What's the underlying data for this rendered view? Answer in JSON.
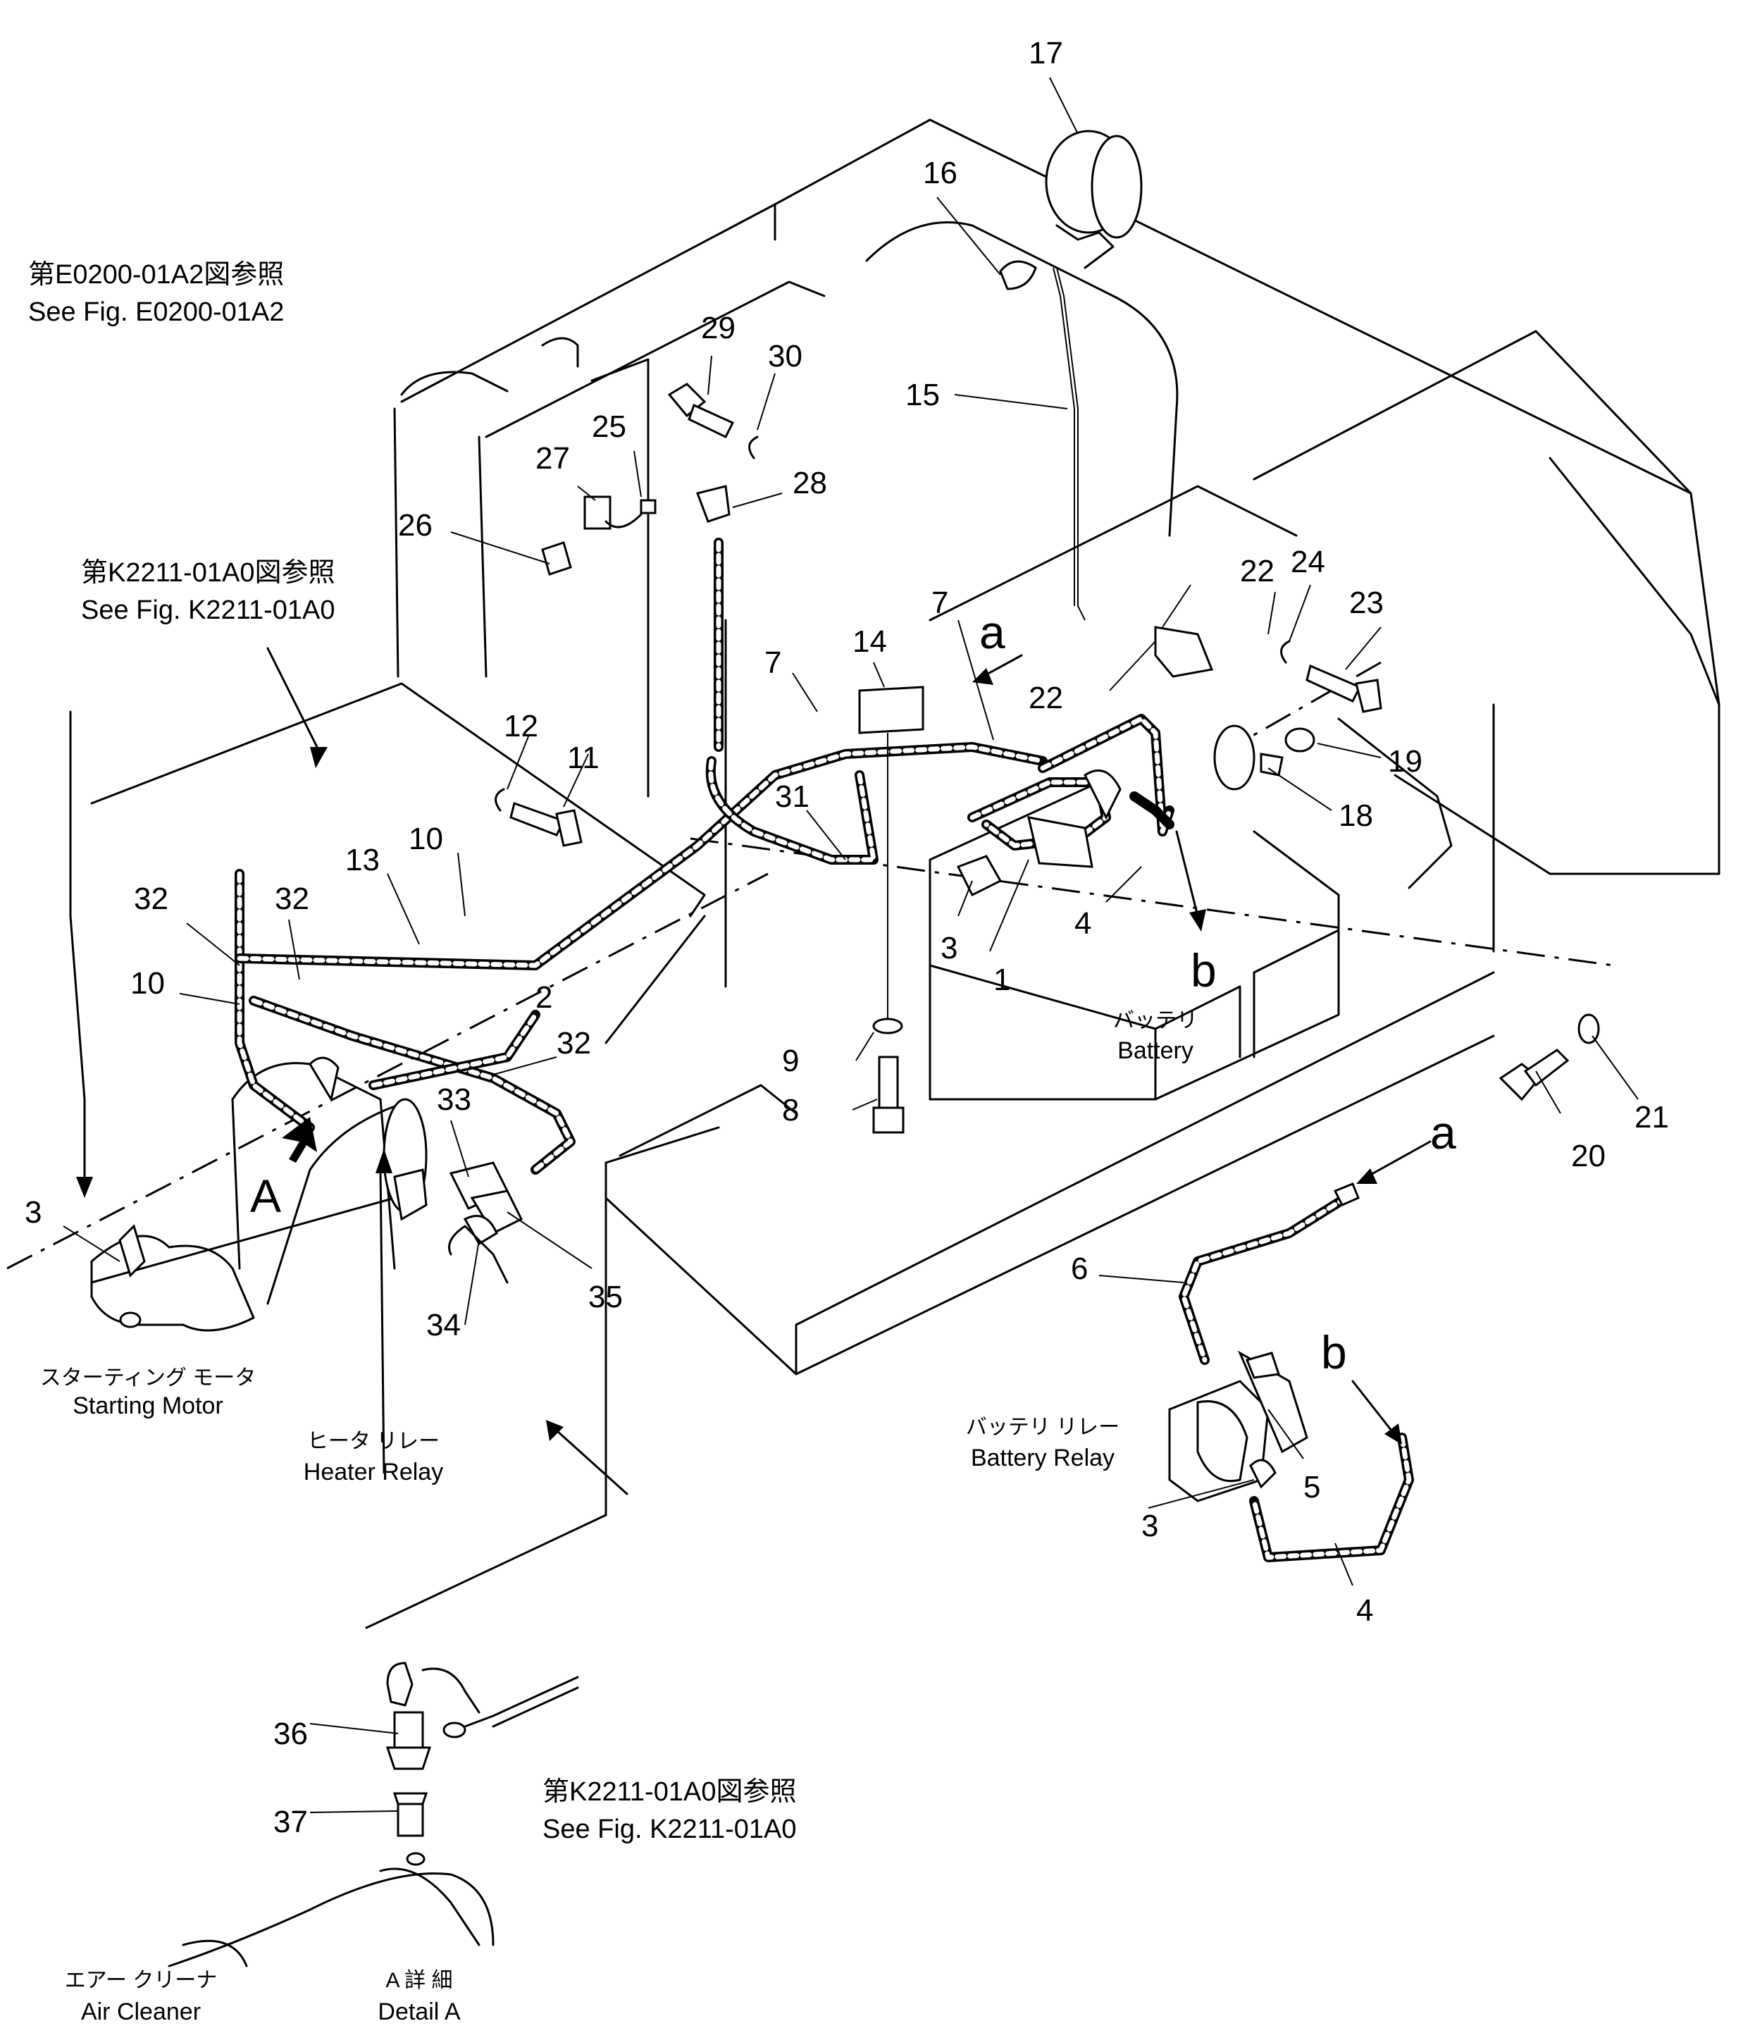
{
  "references": {
    "fig_e0200": {
      "jp": "第E0200-01A2図参照",
      "en": "See Fig. E0200-01A2"
    },
    "fig_k2211_top": {
      "jp": "第K2211-01A0図参照",
      "en": "See Fig. K2211-01A0"
    },
    "fig_k2211_detail": {
      "jp": "第K2211-01A0図参照",
      "en": "See Fig. K2211-01A0"
    }
  },
  "labels": {
    "battery": {
      "jp": "バッテリ",
      "en": "Battery"
    },
    "starting_motor": {
      "jp": "スターティング モータ",
      "en": "Starting Motor"
    },
    "heater_relay": {
      "jp": "ヒータ リレー",
      "en": "Heater Relay"
    },
    "battery_relay": {
      "jp": "バッテリ リレー",
      "en": "Battery Relay"
    },
    "air_cleaner": {
      "jp": "エアー クリーナ",
      "en": "Air Cleaner"
    },
    "detail_a": {
      "jp": "A 詳 細",
      "en": "Detail A"
    }
  },
  "markers": {
    "a": "a",
    "b": "b",
    "A": "A"
  },
  "part_numbers": {
    "n1": "1",
    "n2": "2",
    "n3": "3",
    "n4": "4",
    "n5": "5",
    "n6": "6",
    "n7": "7",
    "n8": "8",
    "n9": "9",
    "n10": "10",
    "n11": "11",
    "n12": "12",
    "n13": "13",
    "n14": "14",
    "n15": "15",
    "n16": "16",
    "n17": "17",
    "n18": "18",
    "n19": "19",
    "n20": "20",
    "n21": "21",
    "n22": "22",
    "n23": "23",
    "n24": "24",
    "n25": "25",
    "n26": "26",
    "n27": "27",
    "n28": "28",
    "n29": "29",
    "n30": "30",
    "n31": "31",
    "n32": "32",
    "n33": "33",
    "n34": "34",
    "n35": "35",
    "n36": "36",
    "n37": "37"
  }
}
